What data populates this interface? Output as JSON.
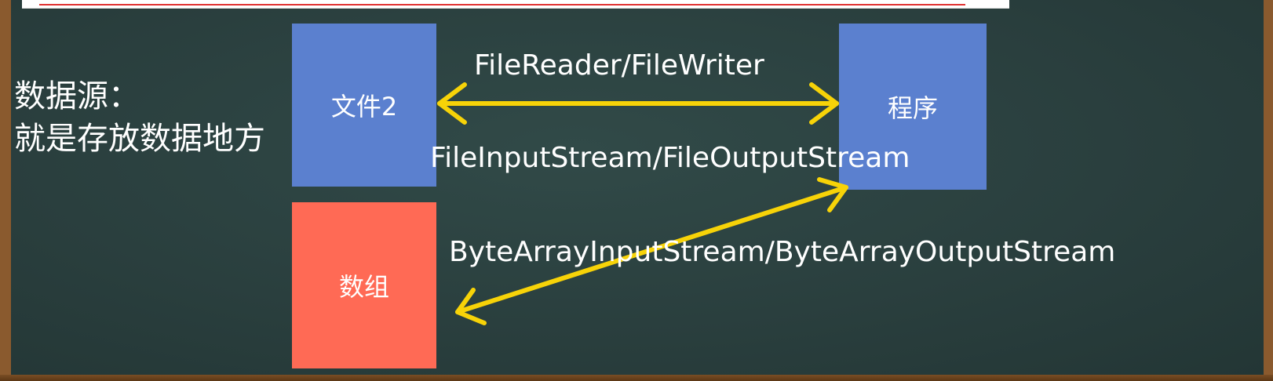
{
  "source": {
    "title": "数据源：",
    "subtitle": "就是存放数据地方"
  },
  "nodes": {
    "file": "文件2",
    "program": "程序",
    "array": "数组"
  },
  "connections": {
    "reader_writer": "FileReader/FileWriter",
    "stream": "FileInputStream/FileOutputStream",
    "byte_array": "ByteArrayInputStream/ByteArrayOutputStream"
  },
  "colors": {
    "board": "#2a3f3e",
    "frame": "#8a5a2e",
    "box_blue": "#5b80cf",
    "box_red": "#ff6a55",
    "arrow": "#f7d308",
    "text": "#ffffff"
  }
}
